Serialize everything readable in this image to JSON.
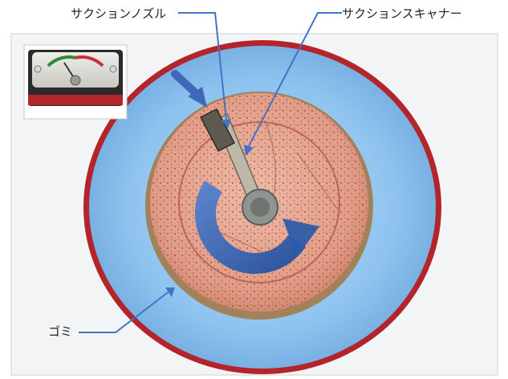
{
  "labels": {
    "suction_nozzle": "サクションノズル",
    "suction_scanner": "サクションスキャナー",
    "dust": "ゴミ"
  },
  "colors": {
    "leader_line": "#4472c4",
    "rotation_arrow": "#2f5aa8",
    "frame_red": "#b3252b",
    "water_blue": "#8ec3ef",
    "filter_pink": "#e4a28e"
  },
  "icons": {
    "inset": "pressure-gauge-icon",
    "rotation": "rotation-arrow-icon",
    "flow": "suction-flow-arrow-icon"
  }
}
